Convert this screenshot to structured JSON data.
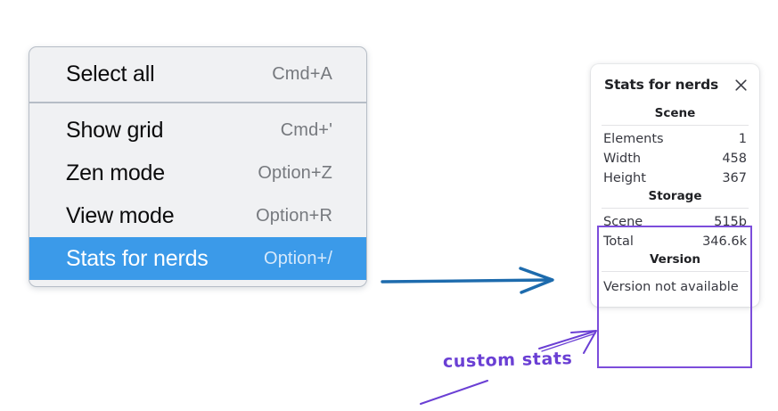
{
  "context_menu": {
    "sections": [
      {
        "items": [
          {
            "label": "Select all",
            "shortcut": "Cmd+A",
            "selected": false
          }
        ]
      },
      {
        "items": [
          {
            "label": "Show grid",
            "shortcut": "Cmd+'",
            "selected": false
          },
          {
            "label": "Zen mode",
            "shortcut": "Option+Z",
            "selected": false
          },
          {
            "label": "View mode",
            "shortcut": "Option+R",
            "selected": false
          },
          {
            "label": "Stats for nerds",
            "shortcut": "Option+/",
            "selected": true
          }
        ]
      }
    ],
    "highlight_color": "#3b9ae9",
    "background_color": "#f0f1f3"
  },
  "stats_panel": {
    "title": "Stats for nerds",
    "close_icon": "close-icon",
    "sections": [
      {
        "heading": "Scene",
        "rows": [
          {
            "key": "Elements",
            "value": "1"
          },
          {
            "key": "Width",
            "value": "458"
          },
          {
            "key": "Height",
            "value": "367"
          }
        ]
      },
      {
        "heading": "Storage",
        "rows": [
          {
            "key": "Scene",
            "value": "515b"
          },
          {
            "key": "Total",
            "value": "346.6k"
          }
        ]
      },
      {
        "heading": "Version",
        "plain_rows": [
          "Version not available"
        ]
      }
    ]
  },
  "annotations": {
    "handwritten_label": "custom stats",
    "label_color": "#6a3fd4",
    "highlight_border_color": "#7c4ddb",
    "blue_arrow_color": "#1d6bad"
  }
}
